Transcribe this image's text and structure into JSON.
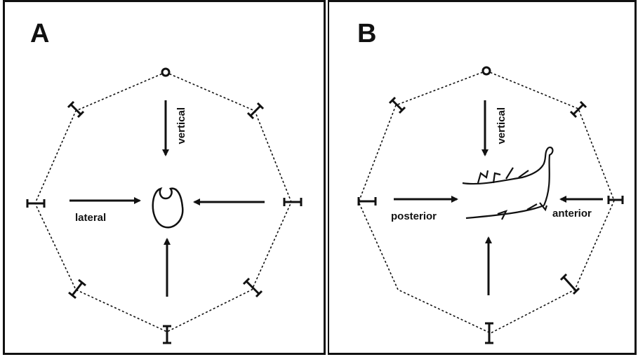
{
  "panel_a": {
    "letter": "A",
    "label_vertical": "vertical",
    "label_lateral": "lateral"
  },
  "panel_b": {
    "letter": "B",
    "label_vertical": "vertical",
    "label_posterior": "posterior",
    "label_anterior": "anterior"
  },
  "colors": {
    "ink": "#111111",
    "background": "#ffffff"
  }
}
